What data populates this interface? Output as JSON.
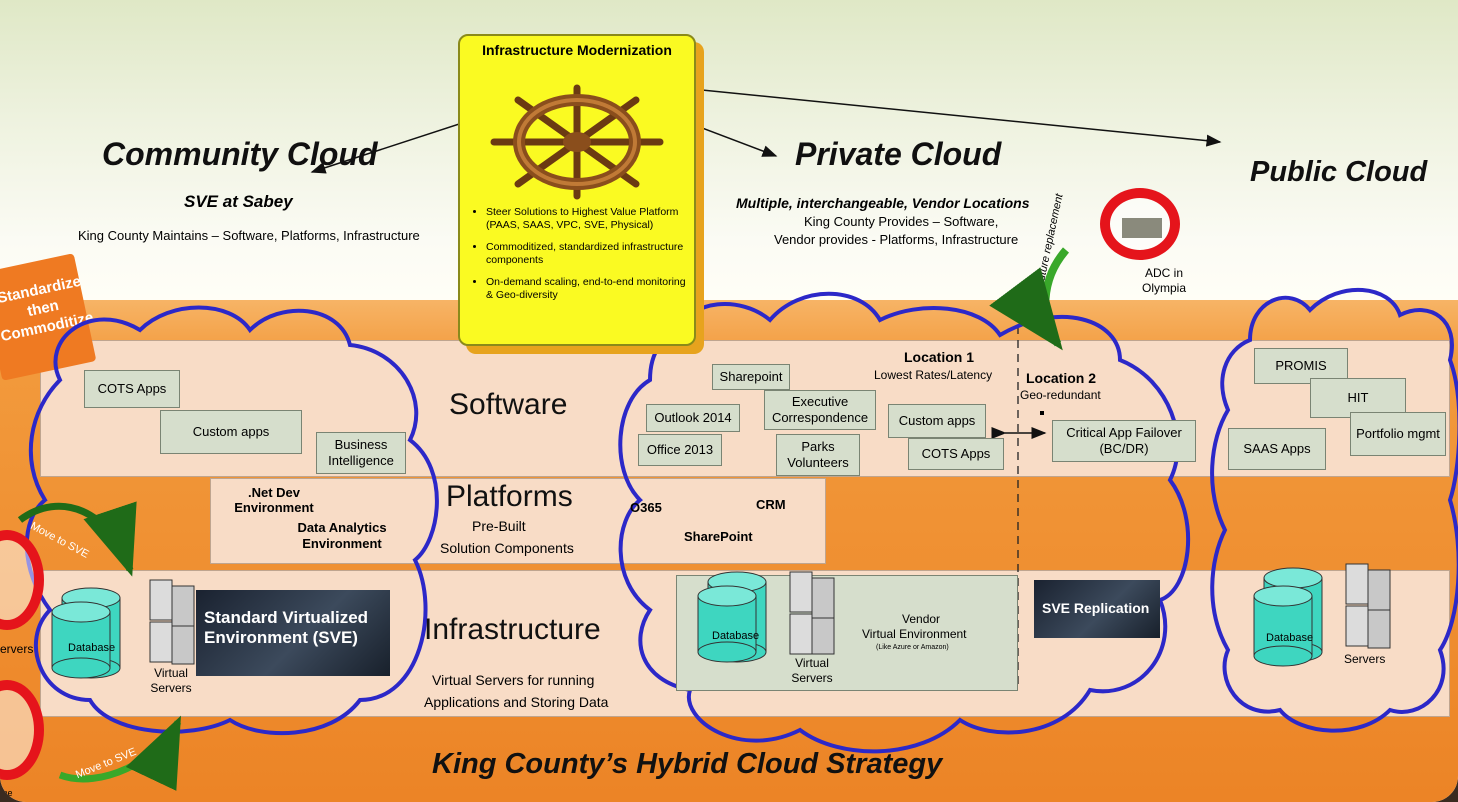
{
  "center_box": {
    "title": "Infrastructure Modernization",
    "bullets": [
      "Steer Solutions to Highest Value Platform (PAAS, SAAS, VPC, SVE, Physical)",
      "Commoditized, standardized infrastructure components",
      "On-demand scaling, end-to-end monitoring & Geo-diversity"
    ]
  },
  "community": {
    "title": "Community Cloud",
    "subtitle": "SVE at Sabey",
    "desc": "King County Maintains – Software, Platforms, Infrastructure"
  },
  "private": {
    "title": "Private Cloud",
    "subtitle": "Multiple, interchangeable, Vendor Locations",
    "desc_1": "King County Provides – Software,",
    "desc_2": "Vendor provides - Platforms, Infrastructure"
  },
  "public": {
    "title": "Public Cloud"
  },
  "adc": {
    "label": "ADC in Olympia",
    "future": "Future replacement"
  },
  "standardize_tag": [
    "Standardize",
    "then",
    "Commoditize"
  ],
  "layers": {
    "software": "Software",
    "platforms": "Platforms",
    "platforms_sub_1": "Pre-Built",
    "platforms_sub_2": "Solution Components",
    "infrastructure": "Infrastructure",
    "infra_sub_1": "Virtual Servers for  running",
    "infra_sub_2": "Applications and Storing Data"
  },
  "community_items": {
    "cots": "COTS Apps",
    "custom": "Custom apps",
    "bi": "Business Intelligence",
    "netdev": ".Net Dev Environment",
    "analytics": "Data Analytics Environment",
    "database": "Database",
    "virtual_servers": "Virtual Servers",
    "sve_line1": "Standard Virtualized",
    "sve_line2": "Environment (SVE)",
    "move_to_sve_top": "Move to SVE",
    "move_to_sve_bottom": "Move to SVE",
    "left_servers": "ervers",
    "left_bottom": "me"
  },
  "private_items": {
    "location1": "Location 1",
    "location1_sub": "Lowest Rates/Latency",
    "location2": "Location 2",
    "location2_sub": "Geo-redundant",
    "sharepoint": "Sharepoint",
    "outlook": "Outlook 2014",
    "office": "Office 2013",
    "exec": "Executive Correspondence",
    "parks": "Parks Volunteers",
    "custom": "Custom apps",
    "cots": "COTS Apps",
    "failover": "Critical App Failover (BC/DR)",
    "o365": "O365",
    "crm": "CRM",
    "sharepoint_platform": "SharePoint",
    "database": "Database",
    "vendor_ve": "Vendor",
    "vendor_ve_2": "Virtual Environment",
    "vendor_ve_note": "(Like Azure or Amazon)",
    "virtual_servers": "Virtual Servers",
    "sve_replication": "SVE Replication"
  },
  "public_items": {
    "promis": "PROMIS",
    "hit": "HIT",
    "saas": "SAAS Apps",
    "portfolio": "Portfolio mgmt",
    "database": "Database",
    "servers": "Servers"
  },
  "footer_title": "King County’s Hybrid Cloud Strategy",
  "colors": {
    "accent_orange": "#ec8426",
    "cloud_outline": "#2c28c8",
    "callout_yellow": "#fafa22",
    "no_sign_red": "#e5141b",
    "box_green": "#d6decc"
  }
}
